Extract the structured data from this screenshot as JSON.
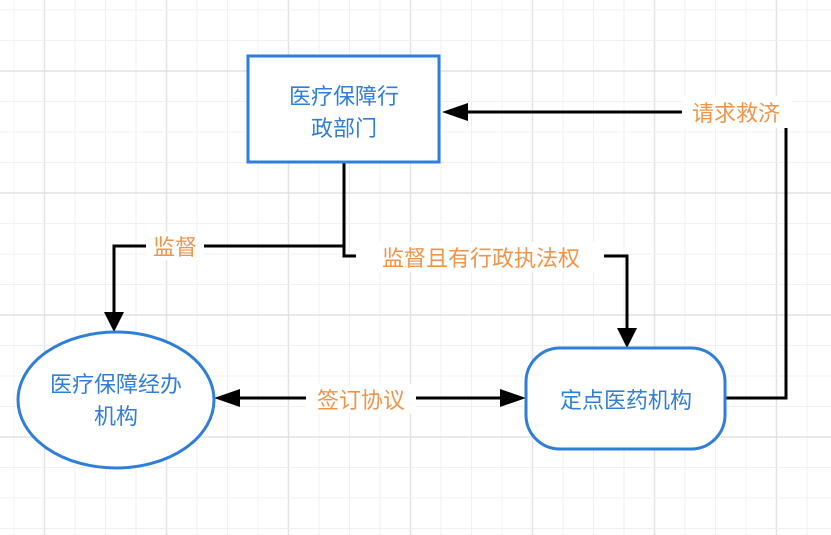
{
  "diagram": {
    "type": "flowchart",
    "colors": {
      "node_border": "#2f7ed8",
      "node_text": "#2f7ed8",
      "edge_label": "#f0944a",
      "edge_line": "#000000",
      "grid_minor": "#f0f0f0",
      "grid_major": "#e2e2e2",
      "background": "#ffffff"
    },
    "nodes": {
      "admin_dept": {
        "shape": "rectangle",
        "lines": [
          "医疗保障行",
          "政部门"
        ]
      },
      "agency": {
        "shape": "ellipse",
        "lines": [
          "医疗保障经办",
          "机构"
        ]
      },
      "designated": {
        "shape": "rounded-rectangle",
        "lines": [
          "定点医药机构"
        ]
      }
    },
    "edges": [
      {
        "id": "supervise",
        "from": "admin_dept",
        "to": "agency",
        "label": "监督",
        "direction": "forward"
      },
      {
        "id": "supervise-enforce",
        "from": "admin_dept",
        "to": "designated",
        "label": "监督且有行政执法权",
        "direction": "forward"
      },
      {
        "id": "agreement",
        "from": "agency",
        "to": "designated",
        "label": "签订协议",
        "direction": "both"
      },
      {
        "id": "relief",
        "from": "designated",
        "to": "admin_dept",
        "label": "请求救济",
        "direction": "forward"
      }
    ]
  }
}
